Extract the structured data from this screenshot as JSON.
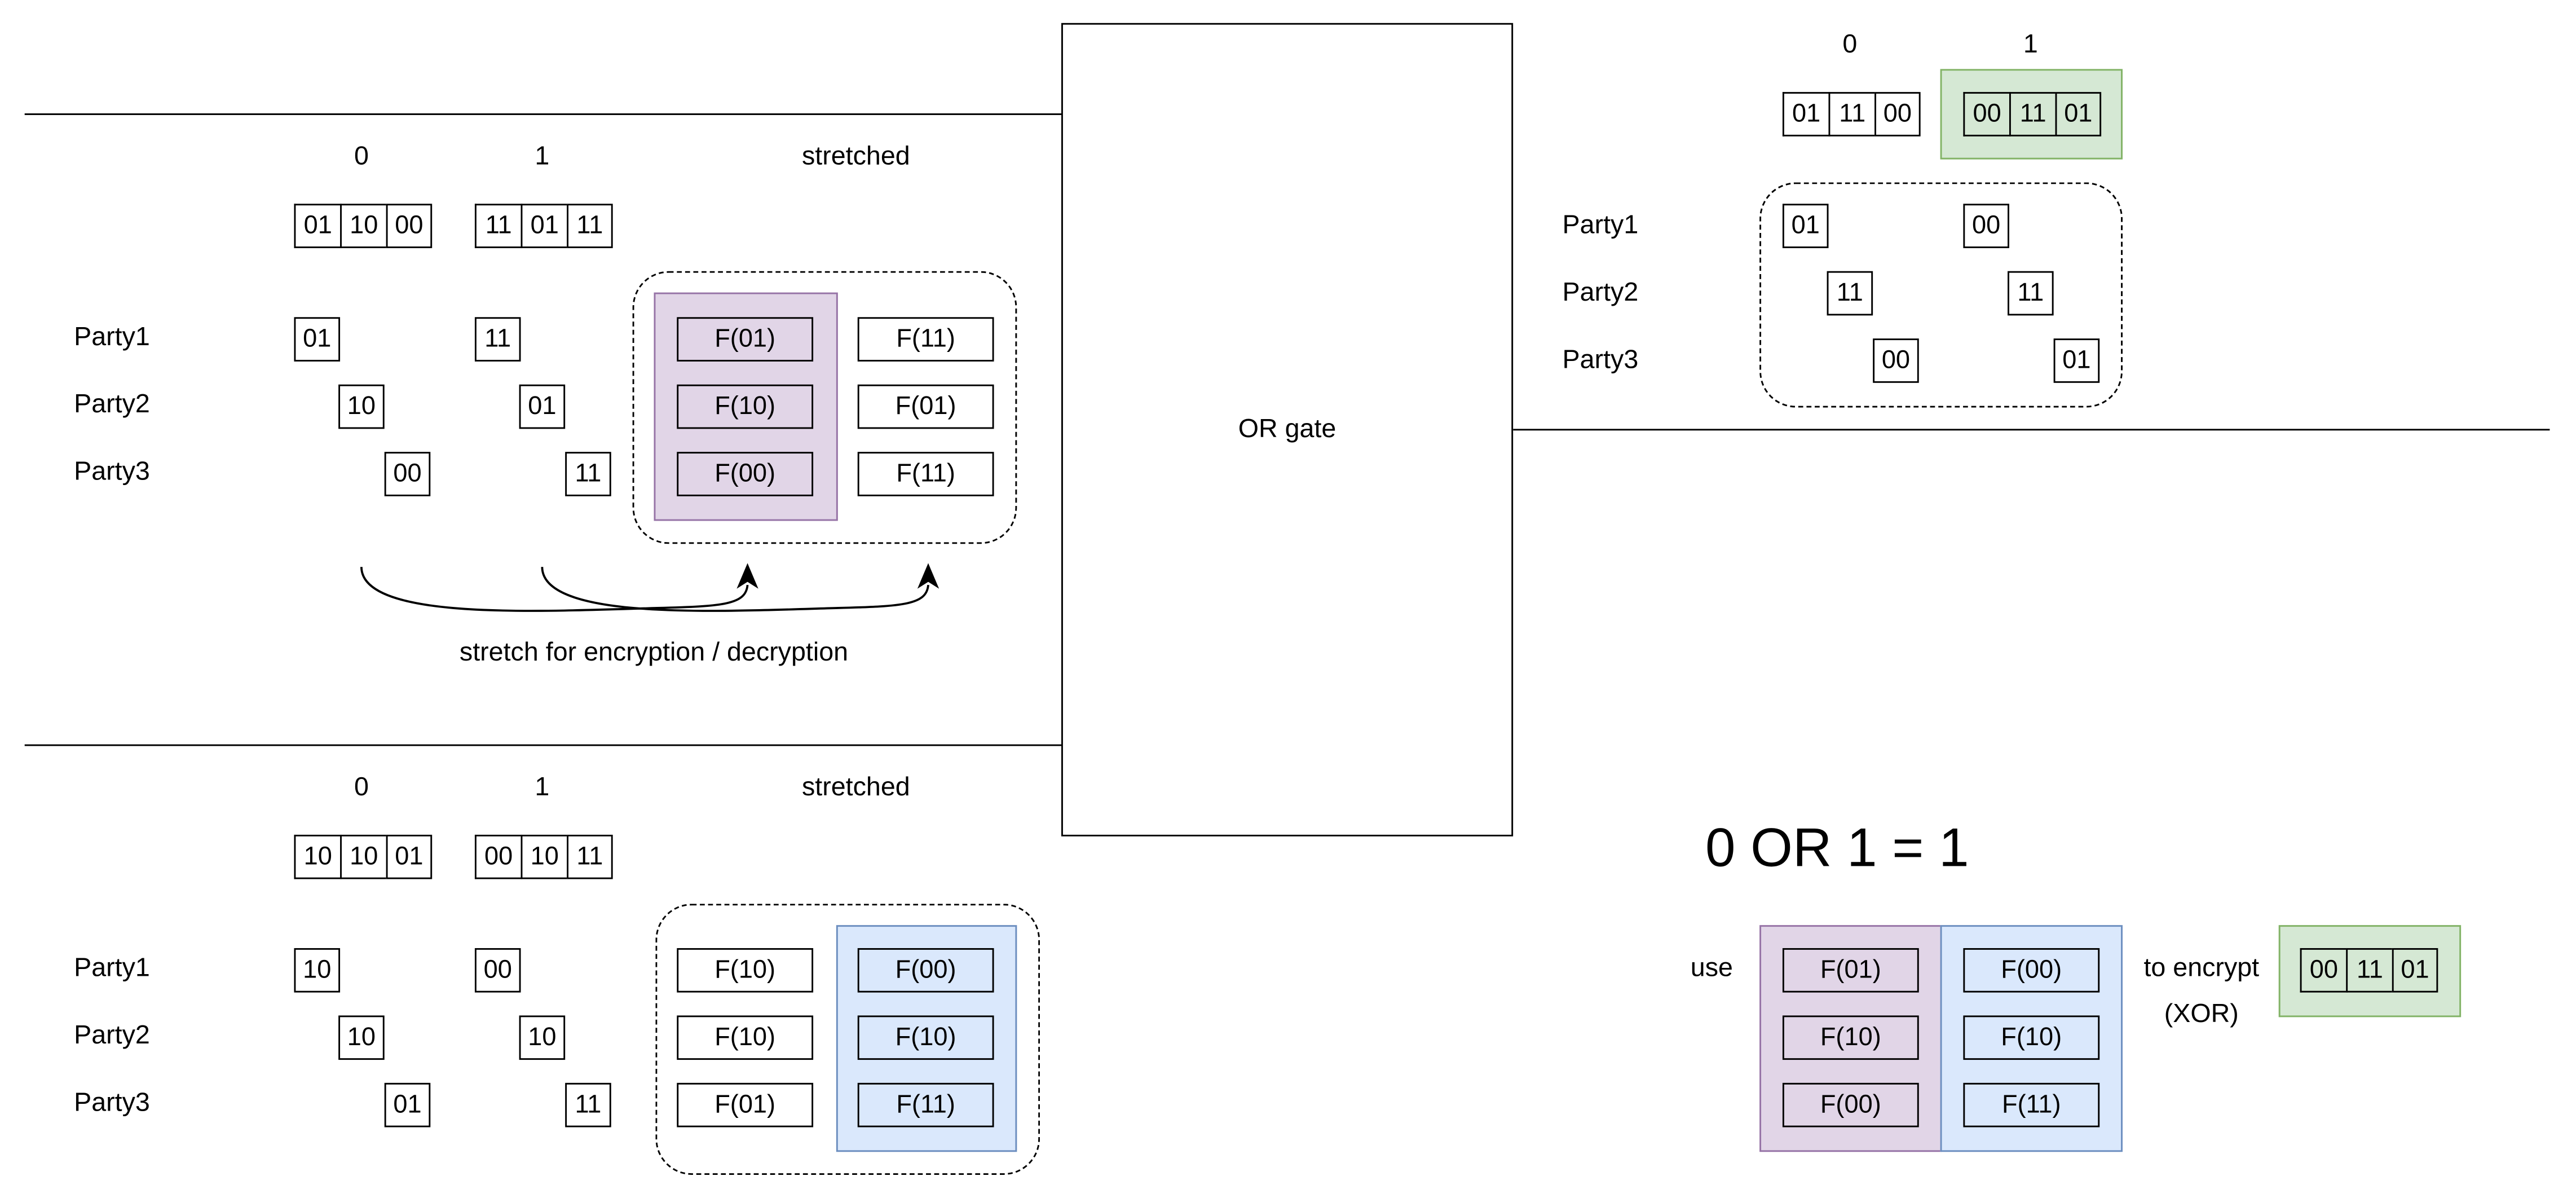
{
  "gate_label": "OR gate",
  "col_labels": {
    "zero": "0",
    "one": "1",
    "stretched": "stretched"
  },
  "parties": [
    "Party1",
    "Party2",
    "Party3"
  ],
  "caption": "stretch for encryption / decryption",
  "panel_a": {
    "key0": [
      "01",
      "10",
      "00"
    ],
    "key1": [
      "11",
      "01",
      "11"
    ],
    "shares0": [
      "01",
      "10",
      "00"
    ],
    "shares1": [
      "11",
      "01",
      "11"
    ],
    "stretched0": [
      "F(01)",
      "F(10)",
      "F(00)"
    ],
    "stretched1": [
      "F(11)",
      "F(01)",
      "F(11)"
    ]
  },
  "panel_b": {
    "key0": [
      "10",
      "10",
      "01"
    ],
    "key1": [
      "00",
      "10",
      "11"
    ],
    "shares0": [
      "10",
      "10",
      "01"
    ],
    "shares1": [
      "00",
      "10",
      "11"
    ],
    "stretched0": [
      "F(10)",
      "F(10)",
      "F(01)"
    ],
    "stretched1": [
      "F(00)",
      "F(10)",
      "F(11)"
    ]
  },
  "output": {
    "key0": [
      "01",
      "11",
      "00"
    ],
    "key1": [
      "00",
      "11",
      "01"
    ],
    "shares0": [
      "01",
      "11",
      "00"
    ],
    "shares1": [
      "00",
      "11",
      "01"
    ]
  },
  "equation": "0 OR 1 = 1",
  "use_label": "use",
  "encrypt_label_1": "to encrypt",
  "encrypt_label_2": "(XOR)",
  "use_col_a": [
    "F(01)",
    "F(10)",
    "F(00)"
  ],
  "use_col_b": [
    "F(00)",
    "F(10)",
    "F(11)"
  ],
  "result_key": [
    "00",
    "11",
    "01"
  ],
  "colors": {
    "purple_fill": "#e1d5e7",
    "purple_stroke": "#9673a6",
    "blue_fill": "#dae8fc",
    "blue_stroke": "#6c8ebf",
    "green_fill": "#d5e8d4",
    "green_stroke": "#82b366"
  }
}
